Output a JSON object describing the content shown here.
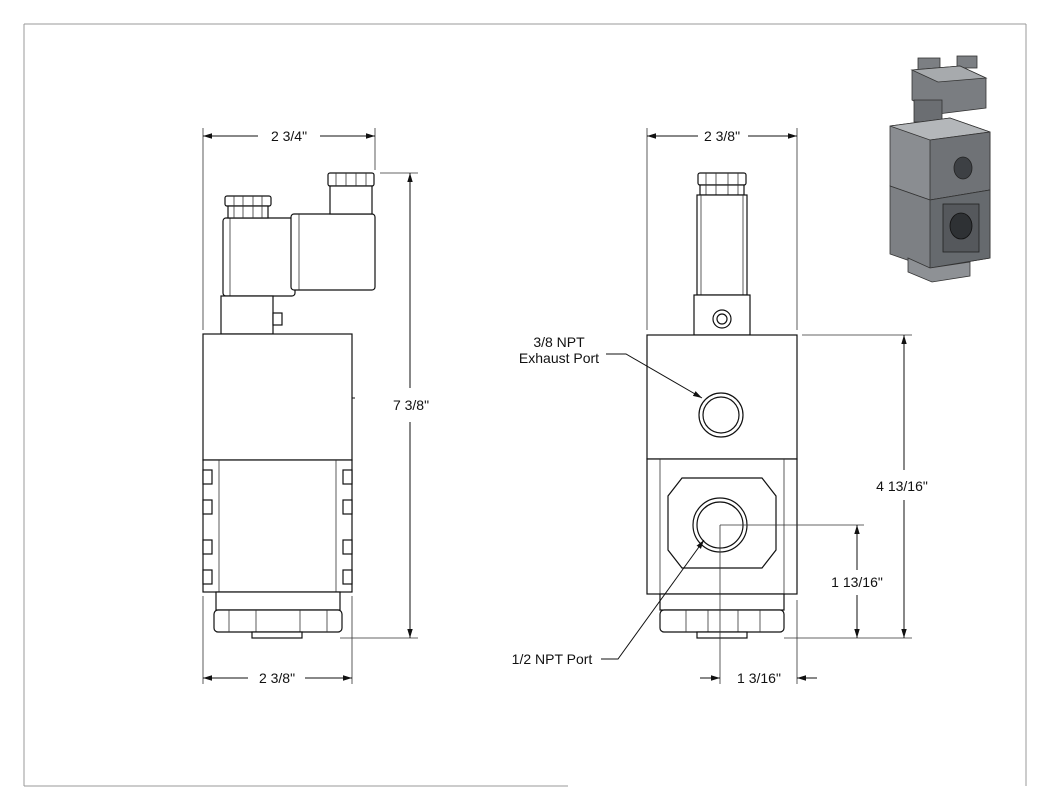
{
  "dimensions": {
    "left_top_width": "2 3/4\"",
    "left_overall_height": "7 3/8\"",
    "left_bottom_width": "2 3/8\"",
    "right_top_width": "2 3/8\"",
    "right_body_height": "4 13/16\"",
    "right_port_height": "1 13/16\"",
    "right_port_offset": "1 3/16\""
  },
  "callouts": {
    "exhaust_line1": "3/8 NPT",
    "exhaust_line2": "Exhaust Port",
    "inlet": "1/2 NPT Port"
  },
  "colors": {
    "line": "#111111",
    "frame": "#999999",
    "iso_dark": "#5f6266",
    "iso_mid": "#8a8d91",
    "iso_light": "#b4b7ba"
  }
}
